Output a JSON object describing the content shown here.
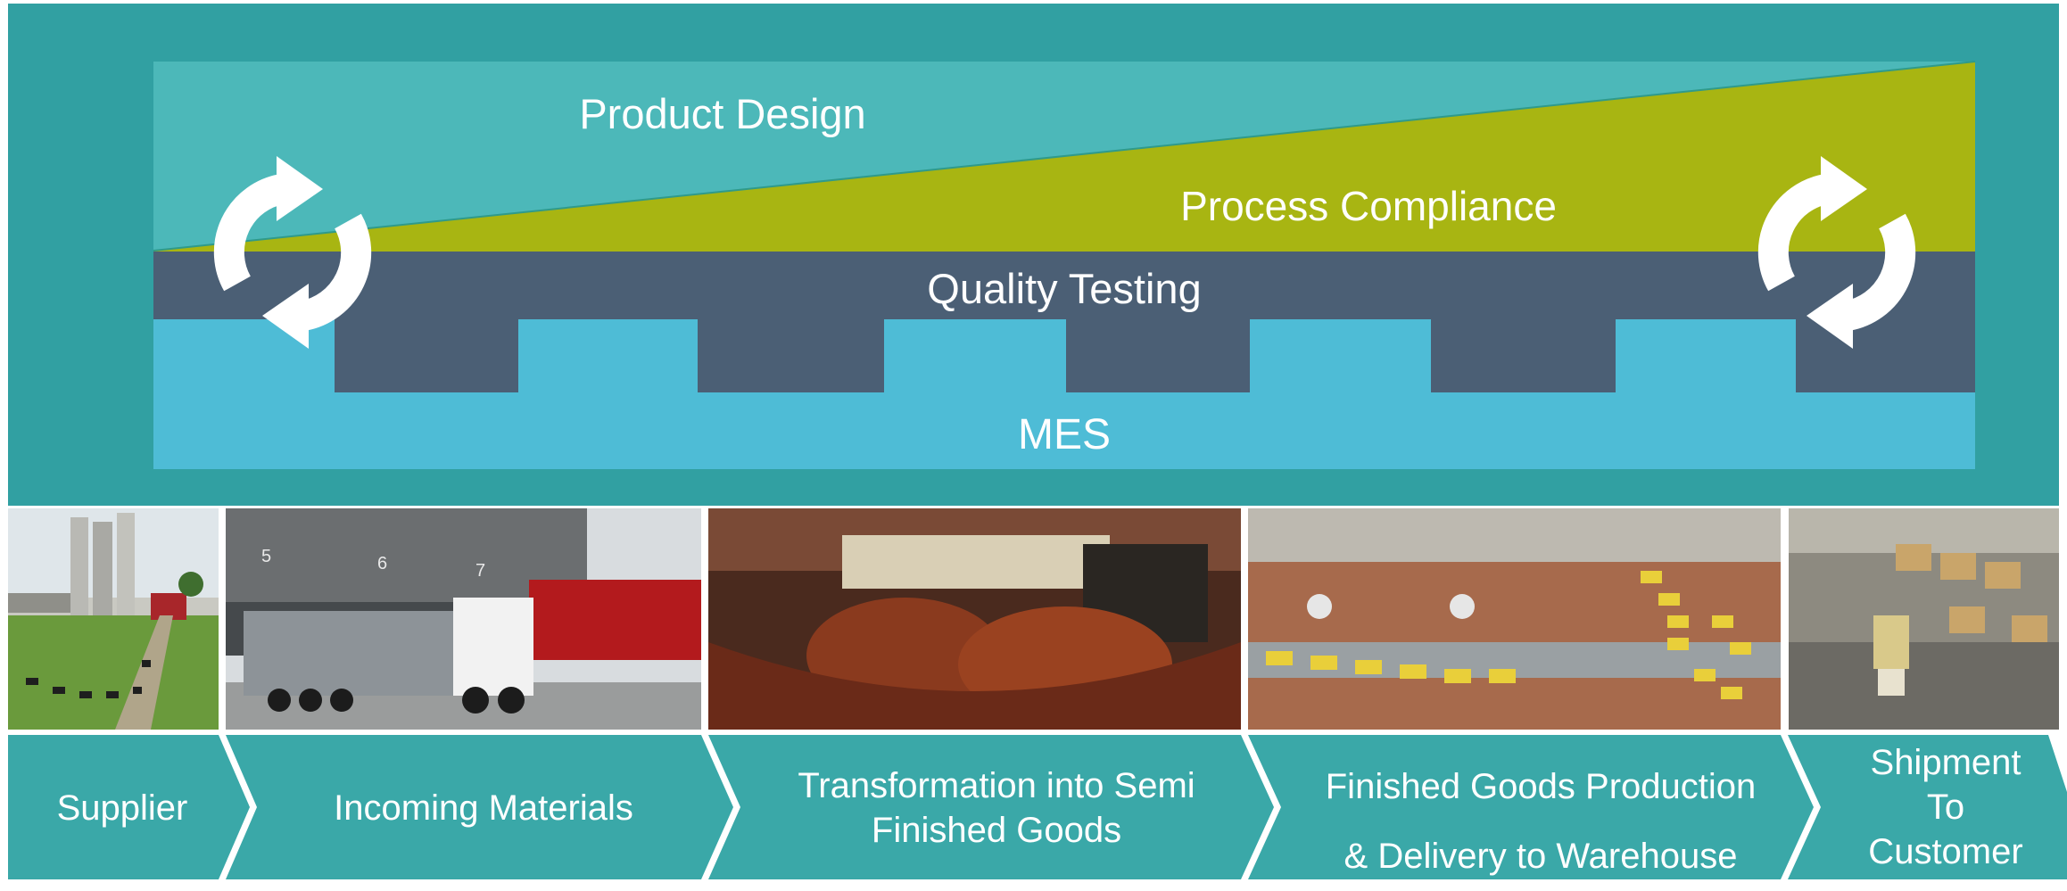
{
  "colors": {
    "panel_bg": "#31a0a2",
    "product_design": "#4cb8b9",
    "process_compliance": "#a8b512",
    "quality_testing": "#4b5f75",
    "mes": "#4ebcd6",
    "arrow_stage": "#3aa8a8",
    "text": "#ffffff"
  },
  "diagram": {
    "product_design_label": "Product Design",
    "process_compliance_label": "Process Compliance",
    "quality_testing_label": "Quality Testing",
    "mes_label": "MES",
    "cycle_icons": [
      "refresh-cycle-icon",
      "refresh-cycle-icon"
    ]
  },
  "photos": [
    {
      "subject": "dairy farm with silos and cows"
    },
    {
      "subject": "truck at loading dock"
    },
    {
      "subject": "processing machinery"
    },
    {
      "subject": "production line with yellow blocks"
    },
    {
      "subject": "warehouse with forklift"
    }
  ],
  "stages": [
    {
      "lines": [
        "Supplier"
      ]
    },
    {
      "lines": [
        "Incoming Materials"
      ]
    },
    {
      "lines": [
        "Transformation into Semi",
        "Finished Goods"
      ]
    },
    {
      "lines": [
        "Finished Goods Production",
        "& Delivery to Warehouse"
      ]
    },
    {
      "lines": [
        "Shipment",
        "To",
        "Customer"
      ]
    }
  ]
}
